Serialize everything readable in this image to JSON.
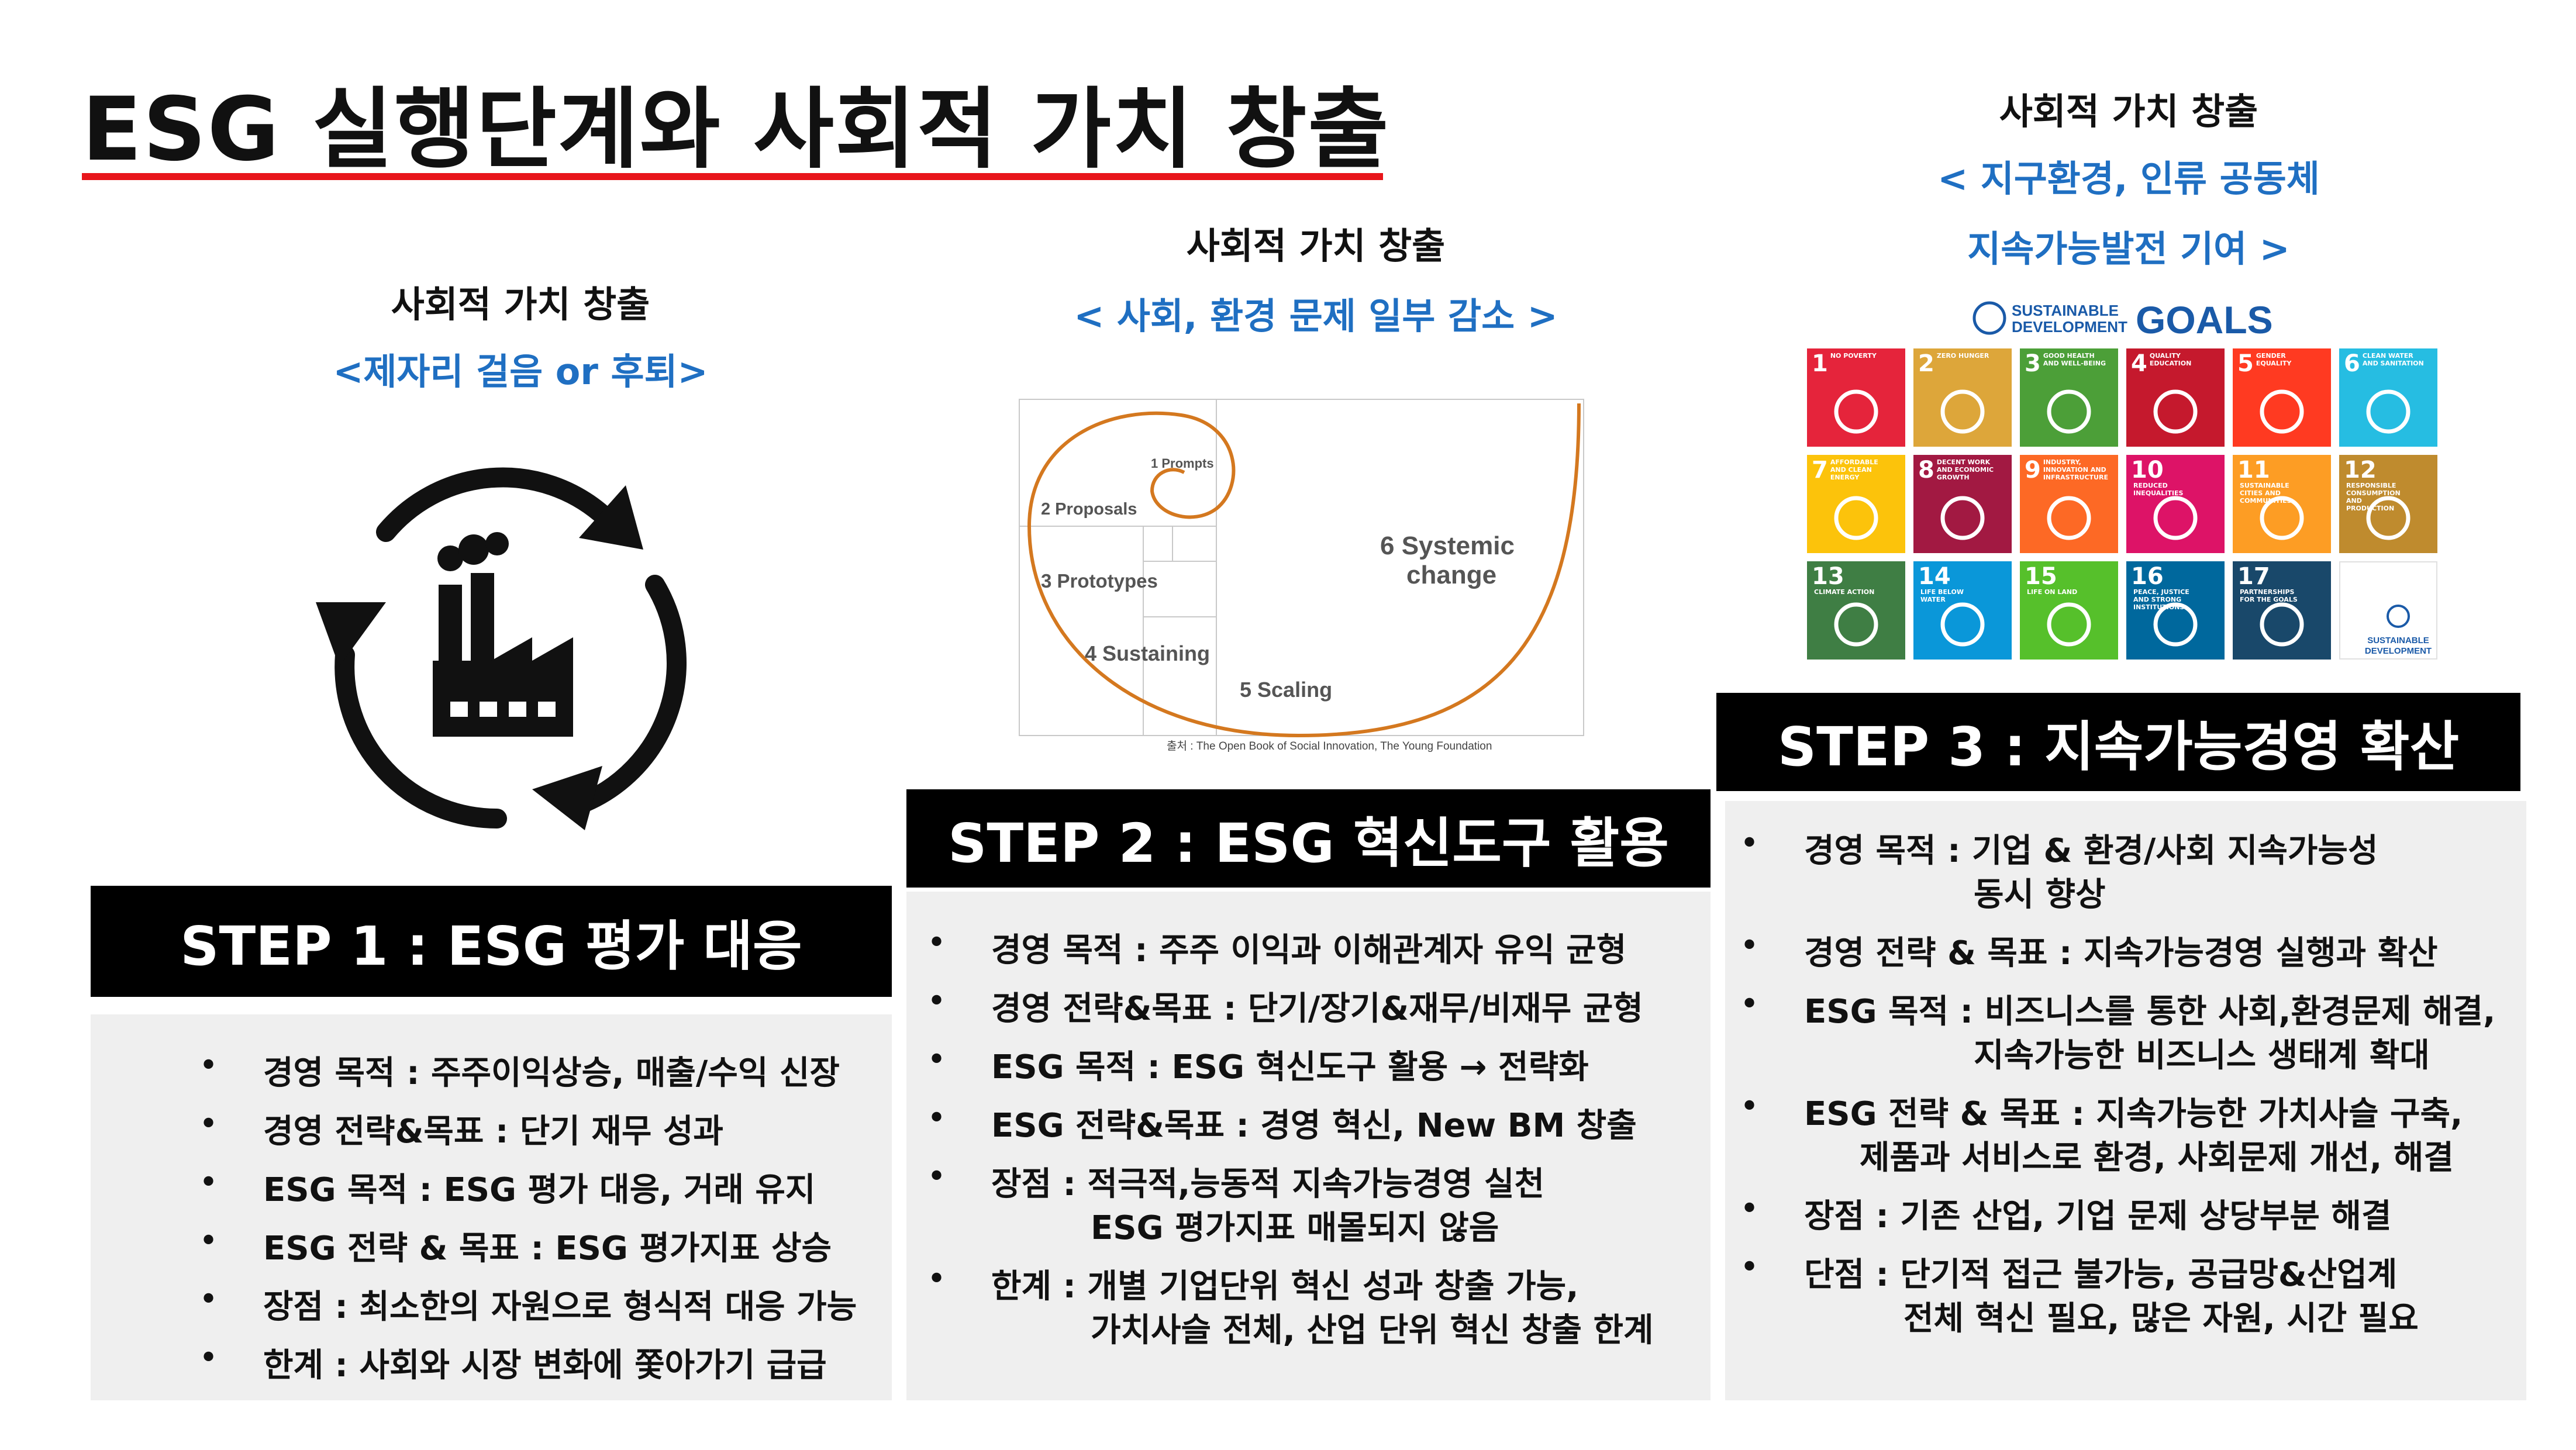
{
  "title": "ESG 실행단계와 사회적 가치 창출",
  "colors": {
    "accent_red": "#e8161b",
    "caption_blue": "#1f6fc2",
    "header_black": "#000000",
    "box_gray": "#efefef"
  },
  "col1": {
    "caption": "사회적 가치 창출",
    "caption_sub": "<제자리 걸음 or 후퇴>",
    "icon": "factory-cycle-icon",
    "step_title": "STEP 1 : ESG 평가 대응",
    "bullets": [
      "경영 목적 : 주주이익상승, 매출/수익 신장",
      "경영 전략&목표 : 단기 재무 성과",
      "ESG 목적 : ESG 평가 대응, 거래 유지",
      "ESG 전략 & 목표 : ESG 평가지표 상승",
      "장점 : 최소한의 자원으로 형식적 대응 가능",
      "한계 : 사회와 시장 변화에 쫓아가기 급급"
    ]
  },
  "col2": {
    "caption": "사회적 가치 창출",
    "caption_sub": "< 사회, 환경 문제 일부 감소 >",
    "diagram": {
      "stages": [
        "1 Prompts",
        "2 Proposals",
        "3 Prototypes",
        "4 Sustaining",
        "5 Scaling",
        "6 Systemic",
        "change"
      ],
      "source": "출처 : The Open Book of Social Innovation, The Young Foundation"
    },
    "step_title": "STEP 2 : ESG 혁신도구 활용",
    "bullets": [
      {
        "text": "경영 목적 : 주주 이익과 이해관계자 유익 균형"
      },
      {
        "text": "경영 전략&목표 : 단기/장기&재무/비재무 균형"
      },
      {
        "text": "ESG 목적 : ESG 혁신도구 활용 → 전략화"
      },
      {
        "text": "ESG 전략&목표 : 경영 혁신, New BM 창출"
      },
      {
        "text": "장점 : 적극적,능동적 지속가능경영 실천",
        "cont": "ESG 평가지표 매몰되지 않음"
      },
      {
        "text": "한계 : 개별 기업단위 혁신 성과 창출 가능,",
        "cont": "가치사슬 전체, 산업 단위 혁신 창출 한계"
      }
    ]
  },
  "col3": {
    "caption": "사회적 가치 창출",
    "caption_sub1": "< 지구환경, 인류 공동체",
    "caption_sub2": "지속가능발전 기여 >",
    "sdg_header": "SUSTAINABLE DEVELOPMENT GOALS",
    "sdg_header_a": "SUSTAINABLE",
    "sdg_header_b": "DEVELOPMENT",
    "sdg_header_c": "GOALS",
    "sdgs": [
      {
        "n": "1",
        "t": "NO POVERTY",
        "c": "#e5243b"
      },
      {
        "n": "2",
        "t": "ZERO HUNGER",
        "c": "#dda63a"
      },
      {
        "n": "3",
        "t": "GOOD HEALTH AND WELL-BEING",
        "c": "#4c9f38"
      },
      {
        "n": "4",
        "t": "QUALITY EDUCATION",
        "c": "#c5192d"
      },
      {
        "n": "5",
        "t": "GENDER EQUALITY",
        "c": "#ff3a21"
      },
      {
        "n": "6",
        "t": "CLEAN WATER AND SANITATION",
        "c": "#26bde2"
      },
      {
        "n": "7",
        "t": "AFFORDABLE AND CLEAN ENERGY",
        "c": "#fcc30b"
      },
      {
        "n": "8",
        "t": "DECENT WORK AND ECONOMIC GROWTH",
        "c": "#a21942"
      },
      {
        "n": "9",
        "t": "INDUSTRY, INNOVATION AND INFRASTRUCTURE",
        "c": "#fd6925"
      },
      {
        "n": "10",
        "t": "REDUCED INEQUALITIES",
        "c": "#dd1367"
      },
      {
        "n": "11",
        "t": "SUSTAINABLE CITIES AND COMMUNITIES",
        "c": "#fd9d24"
      },
      {
        "n": "12",
        "t": "RESPONSIBLE CONSUMPTION AND PRODUCTION",
        "c": "#bf8b2e"
      },
      {
        "n": "13",
        "t": "CLIMATE ACTION",
        "c": "#3f7e44"
      },
      {
        "n": "14",
        "t": "LIFE BELOW WATER",
        "c": "#0a97d9"
      },
      {
        "n": "15",
        "t": "LIFE ON LAND",
        "c": "#56c02b"
      },
      {
        "n": "16",
        "t": "PEACE, JUSTICE AND STRONG INSTITUTIONS",
        "c": "#00689d"
      },
      {
        "n": "17",
        "t": "PARTNERSHIPS FOR THE GOALS",
        "c": "#19486a"
      }
    ],
    "step_title": "STEP 3 : 지속가능경영 확산",
    "bullets": [
      {
        "text": "경영 목적 : 기업 & 환경/사회 지속가능성",
        "cont": "동시 향상",
        "indent": 290
      },
      {
        "text": "경영 전략 & 목표 : 지속가능경영 실행과 확산"
      },
      {
        "text": "ESG 목적 : 비즈니스를 통한 사회,환경문제 해결,",
        "cont": "지속가능한 비즈니스 생태계 확대",
        "indent": 290
      },
      {
        "text": "ESG 전략 & 목표 : 지속가능한 가치사슬 구축,",
        "cont": "제품과 서비스로 환경, 사회문제 개선, 해결",
        "indent": 95
      },
      {
        "text": "장점 : 기존 산업, 기업 문제 상당부분 해결"
      },
      {
        "text": "단점 : 단기적 접근 불가능, 공급망&산업계",
        "cont": "전체 혁신 필요, 많은 자원, 시간 필요",
        "indent": 170
      }
    ]
  }
}
